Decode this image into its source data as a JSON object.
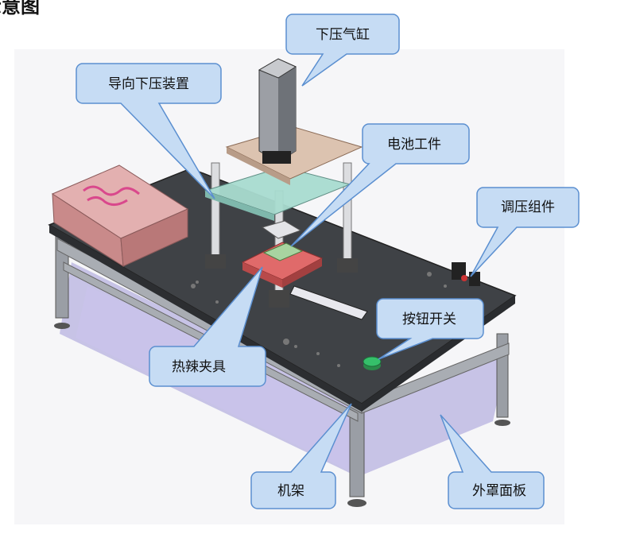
{
  "heading": "示意图",
  "callouts": {
    "cylinder": "下压气缸",
    "guide_press": "导向下压装置",
    "battery_workpiece": "电池工件",
    "pressure_adjust": "调压组件",
    "button_switch": "按钮开关",
    "hot_clamp": "热辣夹具",
    "frame": "机架",
    "cover_panel": "外罩面板"
  },
  "colors": {
    "callout_fill": "#c6dcf4",
    "callout_stroke": "#5b8fd0",
    "tabletop": "#3f4246",
    "frame": "#a9adb3",
    "panel": "#b7b2e0",
    "top_plate": "#dcc3b0",
    "middle_plate": "#a9dcd0",
    "fixture": "#e06a6a",
    "control_box": "#d79a9a",
    "button": "#35c06a"
  }
}
